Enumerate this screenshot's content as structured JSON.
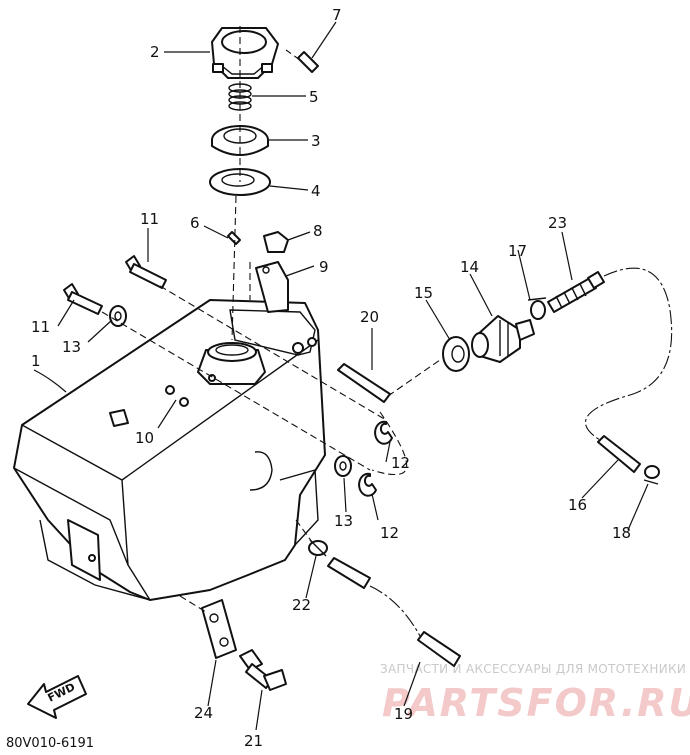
{
  "callouts": {
    "p1": "1",
    "p2": "2",
    "p3": "3",
    "p4": "4",
    "p5": "5",
    "p6": "6",
    "p7": "7",
    "p8": "8",
    "p9": "9",
    "p10": "10",
    "p11a": "11",
    "p11b": "11",
    "p12a": "12",
    "p12b": "12",
    "p13a": "13",
    "p13b": "13",
    "p14": "14",
    "p15": "15",
    "p16": "16",
    "p17": "17",
    "p18": "18",
    "p19": "19",
    "p20": "20",
    "p21": "21",
    "p22": "22",
    "p23": "23",
    "p24": "24"
  },
  "footer": {
    "drawing_code": "80V010-6191",
    "fwd_label": "FWD"
  },
  "watermark": {
    "tagline": "ЗАПЧАСТИ И АКСЕССУАРЫ ДЛЯ МОТОТЕХНИКИ",
    "logo": "PARTSFOR.RU"
  }
}
